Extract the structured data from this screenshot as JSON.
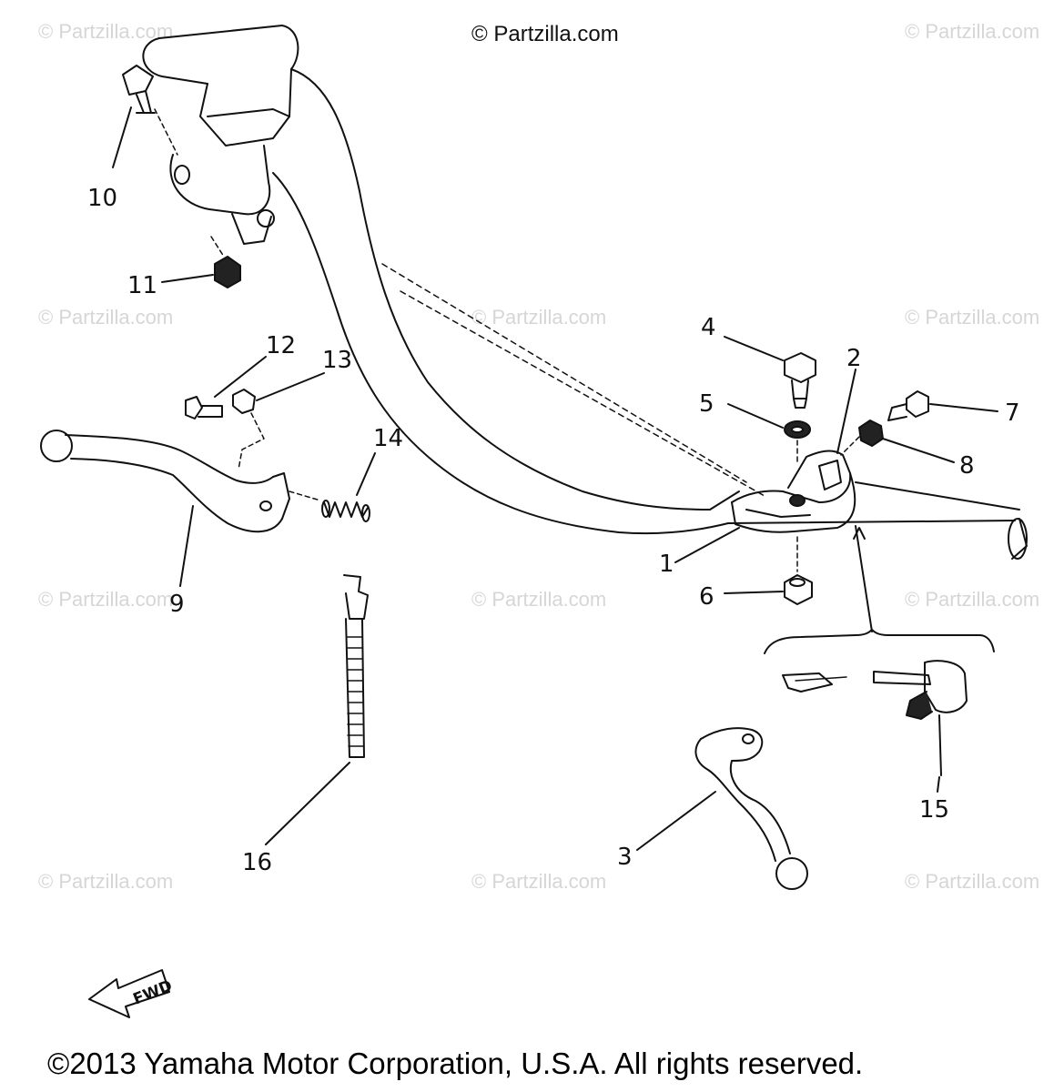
{
  "header": {
    "credit": "© Partzilla.com"
  },
  "watermarks": {
    "text": "© Partzilla.com"
  },
  "footer": {
    "copyright": "©2013 Yamaha Motor Corporation, U.S.A. All rights reserved."
  },
  "fwd_indicator": {
    "label": "FWD"
  },
  "callouts": [
    "1",
    "2",
    "3",
    "4",
    "5",
    "6",
    "7",
    "8",
    "9",
    "10",
    "11",
    "12",
    "13",
    "14",
    "15",
    "16"
  ],
  "colors": {
    "line": "#111111",
    "watermark": "#d6d6d6",
    "background": "#ffffff"
  }
}
